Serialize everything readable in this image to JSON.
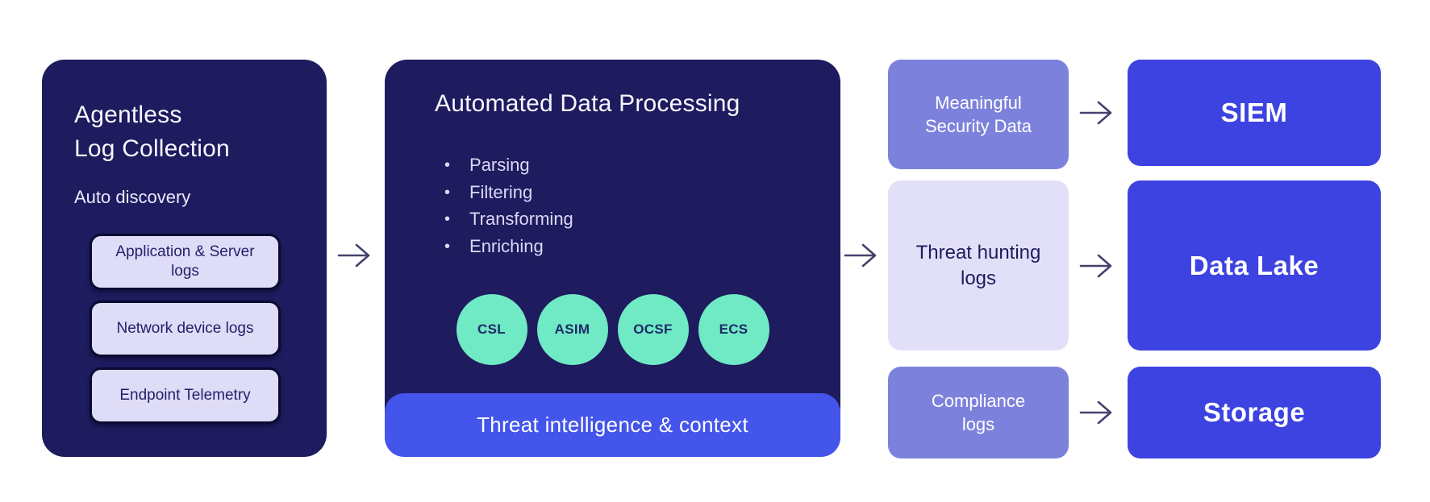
{
  "diagram": {
    "collection": {
      "title_lines": [
        "Agentless",
        "Log Collection"
      ],
      "subtitle": "Auto discovery",
      "sources": [
        "Application & Server logs",
        "Network device logs",
        "Endpoint Telemetry"
      ]
    },
    "processing": {
      "title": "Automated Data Processing",
      "bullets": [
        "Parsing",
        "Filtering",
        "Transforming",
        "Enriching"
      ],
      "schemas": [
        "CSL",
        "ASIM",
        "OCSF",
        "ECS"
      ],
      "footer": "Threat intelligence & context"
    },
    "outputs": [
      {
        "label": "Meaningful Security Data",
        "variant": "purple"
      },
      {
        "label": "Threat hunting logs",
        "variant": "lavender"
      },
      {
        "label": "Compliance logs",
        "variant": "purple"
      }
    ],
    "destinations": [
      "SIEM",
      "Data Lake",
      "Storage"
    ],
    "colors": {
      "navy_panel": "#1e1b5e",
      "threat_intel_bar": "#4355ea",
      "destination_blue": "#3d43e1",
      "output_purple": "#7c82dc",
      "output_lavender": "#e2e0f8",
      "source_chip": "#dfdcf7",
      "schema_mint": "#70e9c5",
      "arrow": "#43426f",
      "background": "#ffffff"
    }
  }
}
